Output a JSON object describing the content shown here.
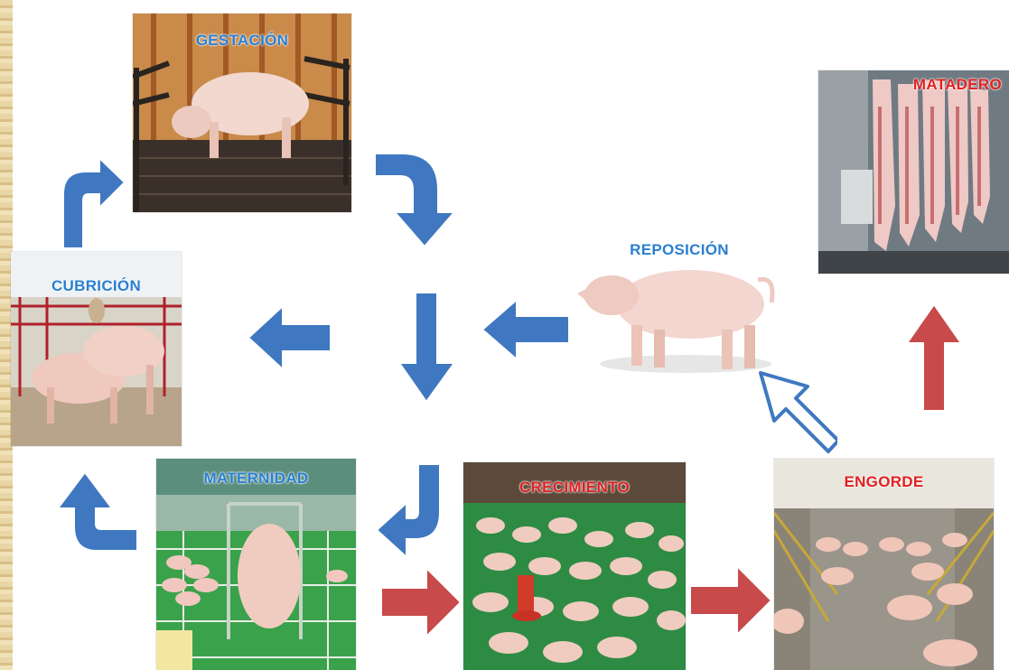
{
  "stages": {
    "gestacion": "GESTACIÓN",
    "cubricion": "CUBRICIÓN",
    "maternidad": "MATERNIDAD",
    "crecimiento": "CRECIMIENTO",
    "engorde": "ENGORDE",
    "reposicion": "REPOSICIÓN",
    "matadero": "MATADERO"
  },
  "colors": {
    "blue_label": "#2a7fd0",
    "red_label": "#e02020",
    "blue_arrow": "#3f78c0",
    "red_arrow": "#c84a4a"
  }
}
